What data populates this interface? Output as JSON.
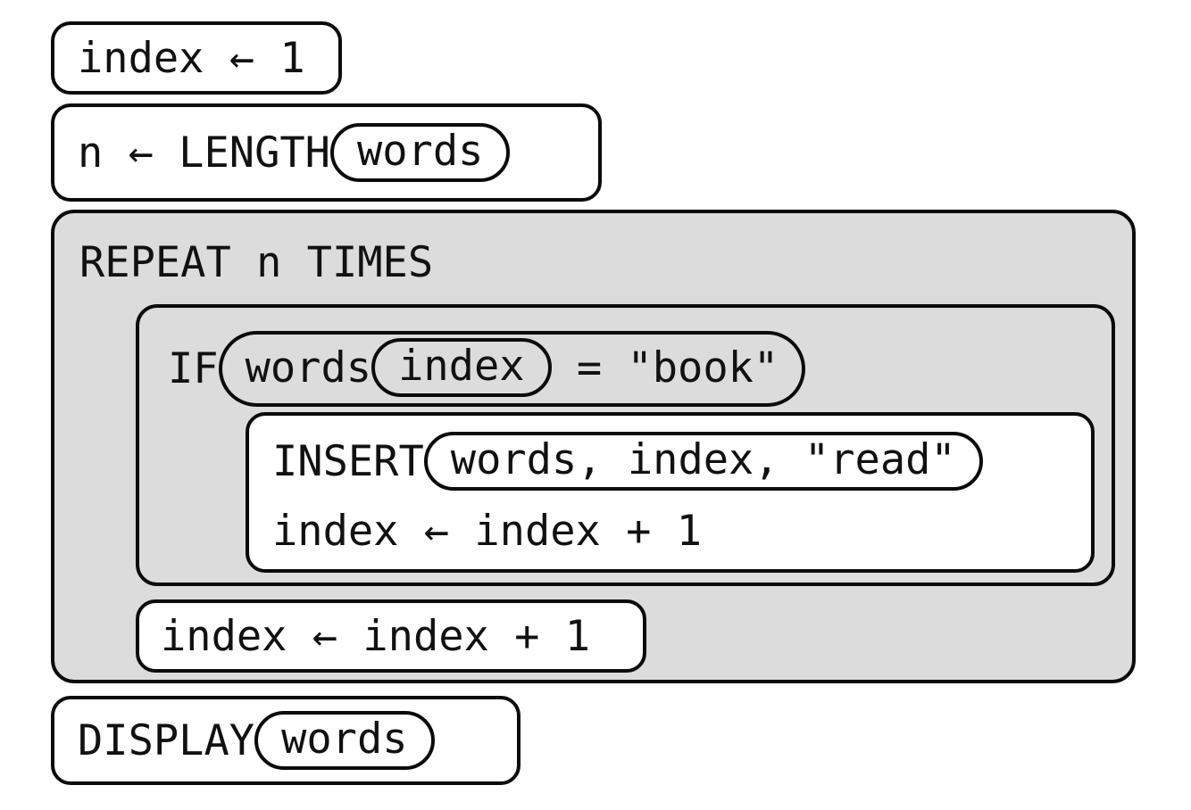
{
  "diagram": {
    "type": "block-pseudocode",
    "title": "",
    "colors": {
      "page_background": "#ffffff",
      "block_outline": "#0b0b0b",
      "container_fill": "#dcdcdc",
      "statement_fill": "#ffffff",
      "text": "#111111"
    },
    "blocks": [
      {
        "id": "index-init",
        "kind": "assignment-statement",
        "text": "index ← 1"
      },
      {
        "id": "n-length",
        "kind": "assignment-statement-with-slot",
        "prefix": "n ← LENGTH",
        "slot": "words"
      },
      {
        "id": "repeat-loop",
        "kind": "loop-container",
        "header": "REPEAT n TIMES",
        "body": [
          {
            "id": "if-statement",
            "kind": "conditional-container",
            "keyword": "IF",
            "condition": {
              "prefix": "words",
              "slot": "index",
              "suffix": " = \"book\""
            },
            "body": [
              {
                "id": "insert-call",
                "kind": "statement-group",
                "lines": [
                  {
                    "prefix": "INSERT",
                    "slot": "words, index, \"read\""
                  },
                  {
                    "text": "index ← index + 1"
                  }
                ]
              }
            ]
          },
          {
            "id": "increment-outer",
            "kind": "assignment-statement",
            "text": "index ← index + 1"
          }
        ]
      },
      {
        "id": "display-call",
        "kind": "output-statement-with-slot",
        "prefix": "DISPLAY",
        "slot": "words"
      }
    ]
  }
}
